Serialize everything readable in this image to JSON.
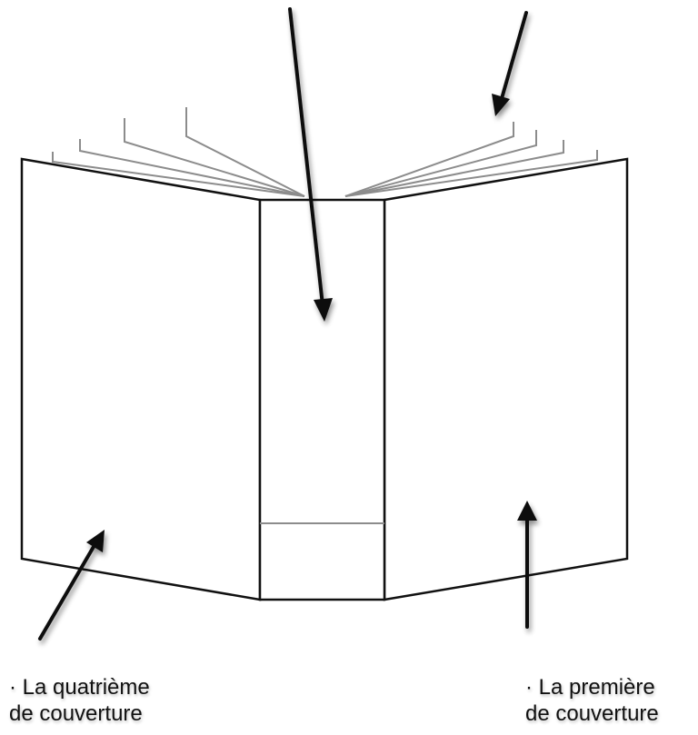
{
  "labels": {
    "back_cover": {
      "line1": "· La quatrième",
      "line2": "de couverture"
    },
    "front_cover": {
      "line1": "· La première",
      "line2": "de couverture"
    }
  },
  "colors": {
    "outline": "#111111",
    "pages": "#8c8c8c",
    "arrow": "#111111",
    "background": "#ffffff"
  }
}
